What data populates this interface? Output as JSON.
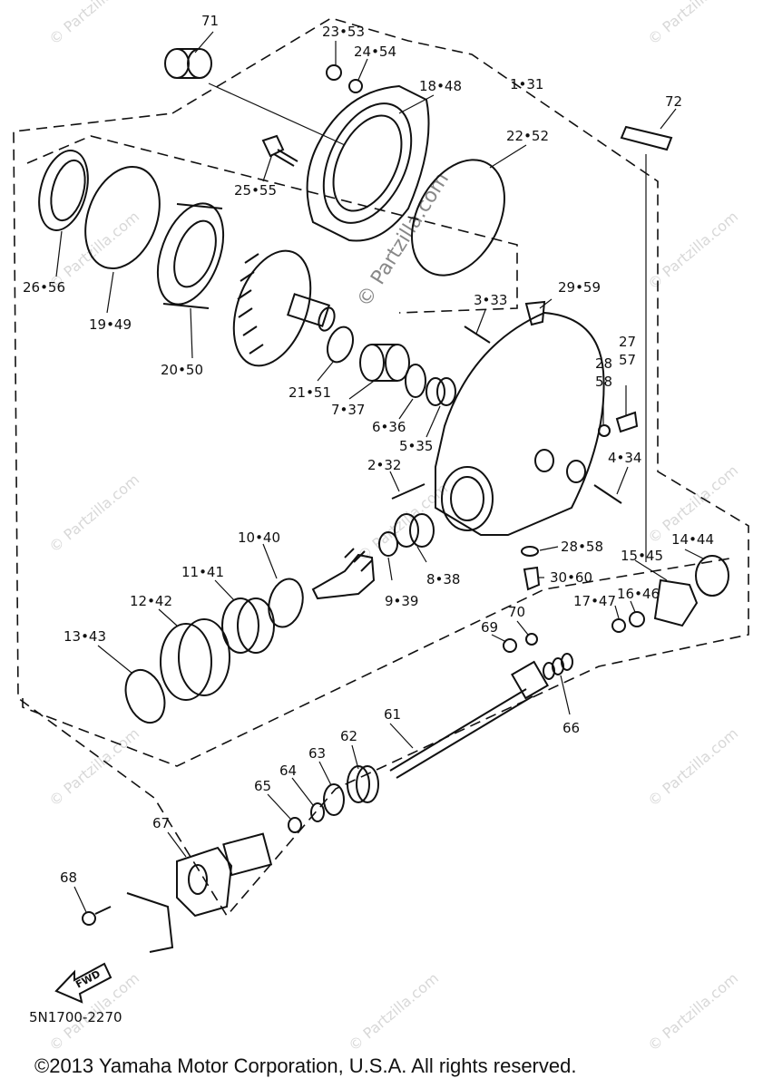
{
  "diagram": {
    "part_labels": {
      "p71": "71",
      "p23_53": "23•53",
      "p24_54": "24•54",
      "p18_48": "18•48",
      "p1_31": "1•31",
      "p72": "72",
      "p22_52": "22•52",
      "p25_55": "25•55",
      "p26_56": "26•56",
      "p19_49": "19•49",
      "p20_50": "20•50",
      "p3_33": "3•33",
      "p29_59": "29•59",
      "p27": "27",
      "p57": "57",
      "p28a": "28",
      "p58a": "58",
      "p21_51": "21•51",
      "p7_37": "7•37",
      "p6_36": "6•36",
      "p5_35": "5•35",
      "p2_32": "2•32",
      "p4_34": "4•34",
      "p10_40": "10•40",
      "p11_41": "11•41",
      "p28_58": "28•58",
      "p14_44": "14•44",
      "p15_45": "15•45",
      "p30_60": "30•60",
      "p12_42": "12•42",
      "p9_39": "9•39",
      "p8_38": "8•38",
      "p17_47": "17•47",
      "p16_46": "16•46",
      "p13_43": "13•43",
      "p70": "70",
      "p69": "69",
      "p66": "66",
      "p61": "61",
      "p62": "62",
      "p63": "63",
      "p64": "64",
      "p65": "65",
      "p67": "67",
      "p68": "68"
    },
    "fwd_label": "FWD",
    "diagram_code": "5N1700-2270",
    "copyright": "©2013 Yamaha Motor Corporation, U.S.A. All rights reserved.",
    "watermark": "© Partzilla.com",
    "center_watermark": "© Partzilla.com"
  }
}
